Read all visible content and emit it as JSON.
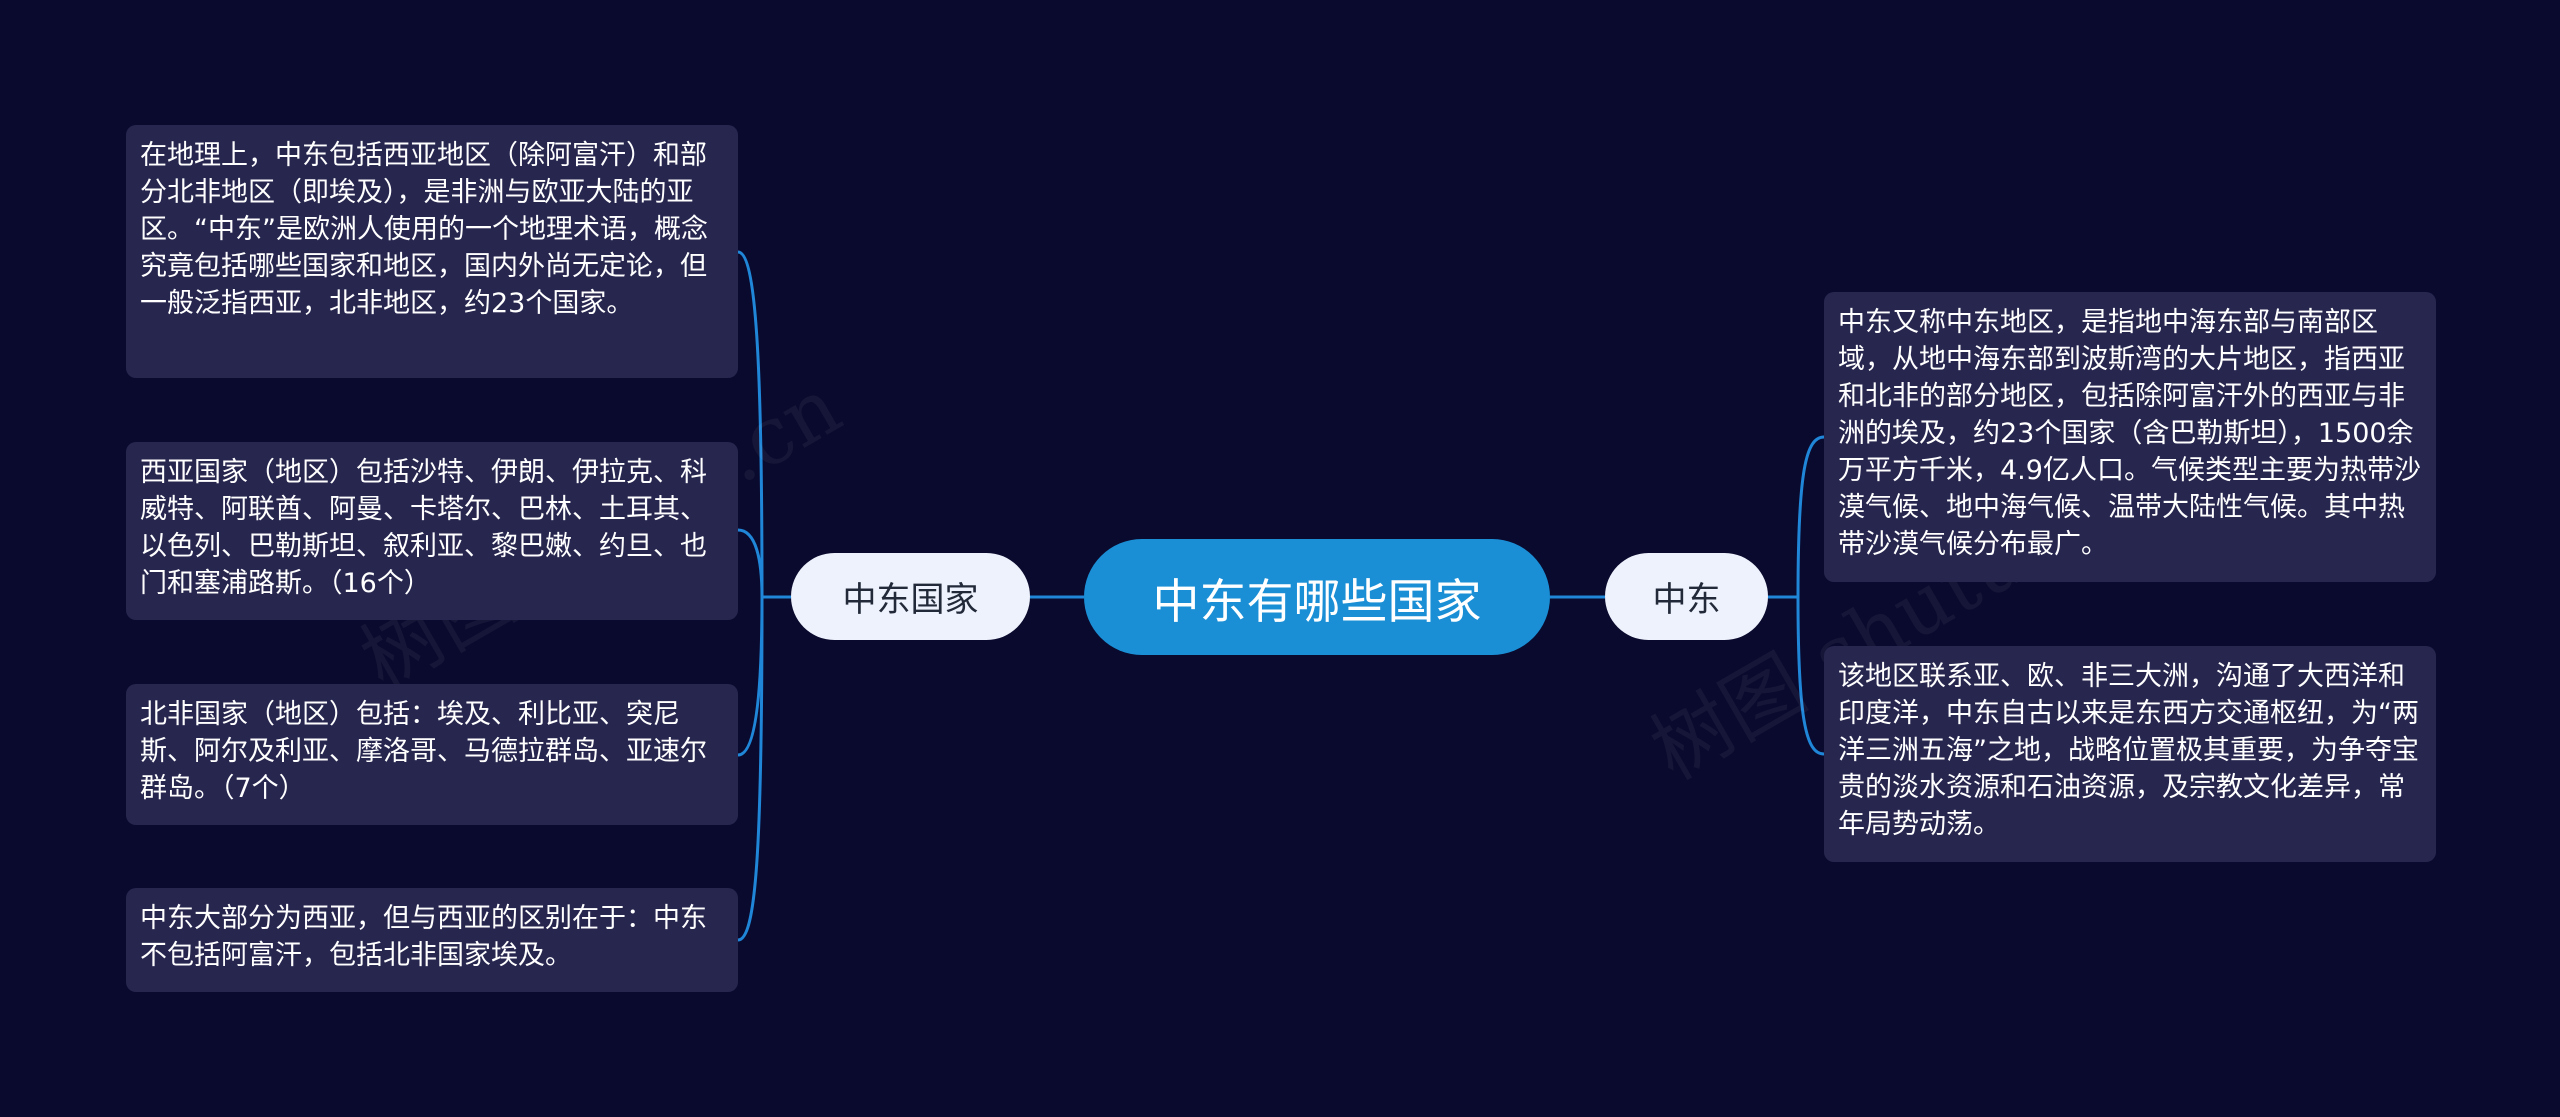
{
  "root": {
    "label": "中东有哪些国家"
  },
  "left_branch": {
    "label": "中东国家",
    "leaves": [
      "在地理上，中东包括西亚地区（除阿富汗）和部分北非地区（即埃及），是非洲与欧亚大陆的亚区。“中东”是欧洲人使用的一个地理术语，概念究竟包括哪些国家和地区，国内外尚无定论，但一般泛指西亚，北非地区，约23个国家。",
      "西亚国家（地区）包括沙特、伊朗、伊拉克、科威特、阿联酋、阿曼、卡塔尔、巴林、土耳其、以色列、巴勒斯坦、叙利亚、黎巴嫩、约旦、也门和塞浦路斯。（16个）",
      "北非国家（地区）包括：埃及、利比亚、突尼斯、阿尔及利亚、摩洛哥、马德拉群岛、亚速尔群岛。（7个）",
      "中东大部分为西亚，但与西亚的区别在于：中东不包括阿富汗，包括北非国家埃及。"
    ]
  },
  "right_branch": {
    "label": "中东",
    "leaves": [
      "中东又称中东地区，是指地中海东部与南部区域，从地中海东部到波斯湾的大片地区，指西亚和北非的部分地区，包括除阿富汗外的西亚与非洲的埃及，约23个国家（含巴勒斯坦），1500余万平方千米，4.9亿人口。气候类型主要为热带沙漠气候、地中海气候、温带大陆性气候。其中热带沙漠气候分布最广。",
      "该地区联系亚、欧、非三大洲，沟通了大西洋和印度洋，中东自古以来是东西方交通枢纽，为“两洋三洲五海”之地，战略位置极其重要，为争夺宝贵的淡水资源和石油资源，及宗教文化差异，常年局势动荡。"
    ]
  },
  "watermark": "树图 shutu.cn",
  "colors": {
    "background": "#0a0a2e",
    "connector": "#1f86d8",
    "root_fill": "#1a8fd6",
    "branch_fill": "#eef2fc",
    "leaf_fill": "#27264f"
  }
}
